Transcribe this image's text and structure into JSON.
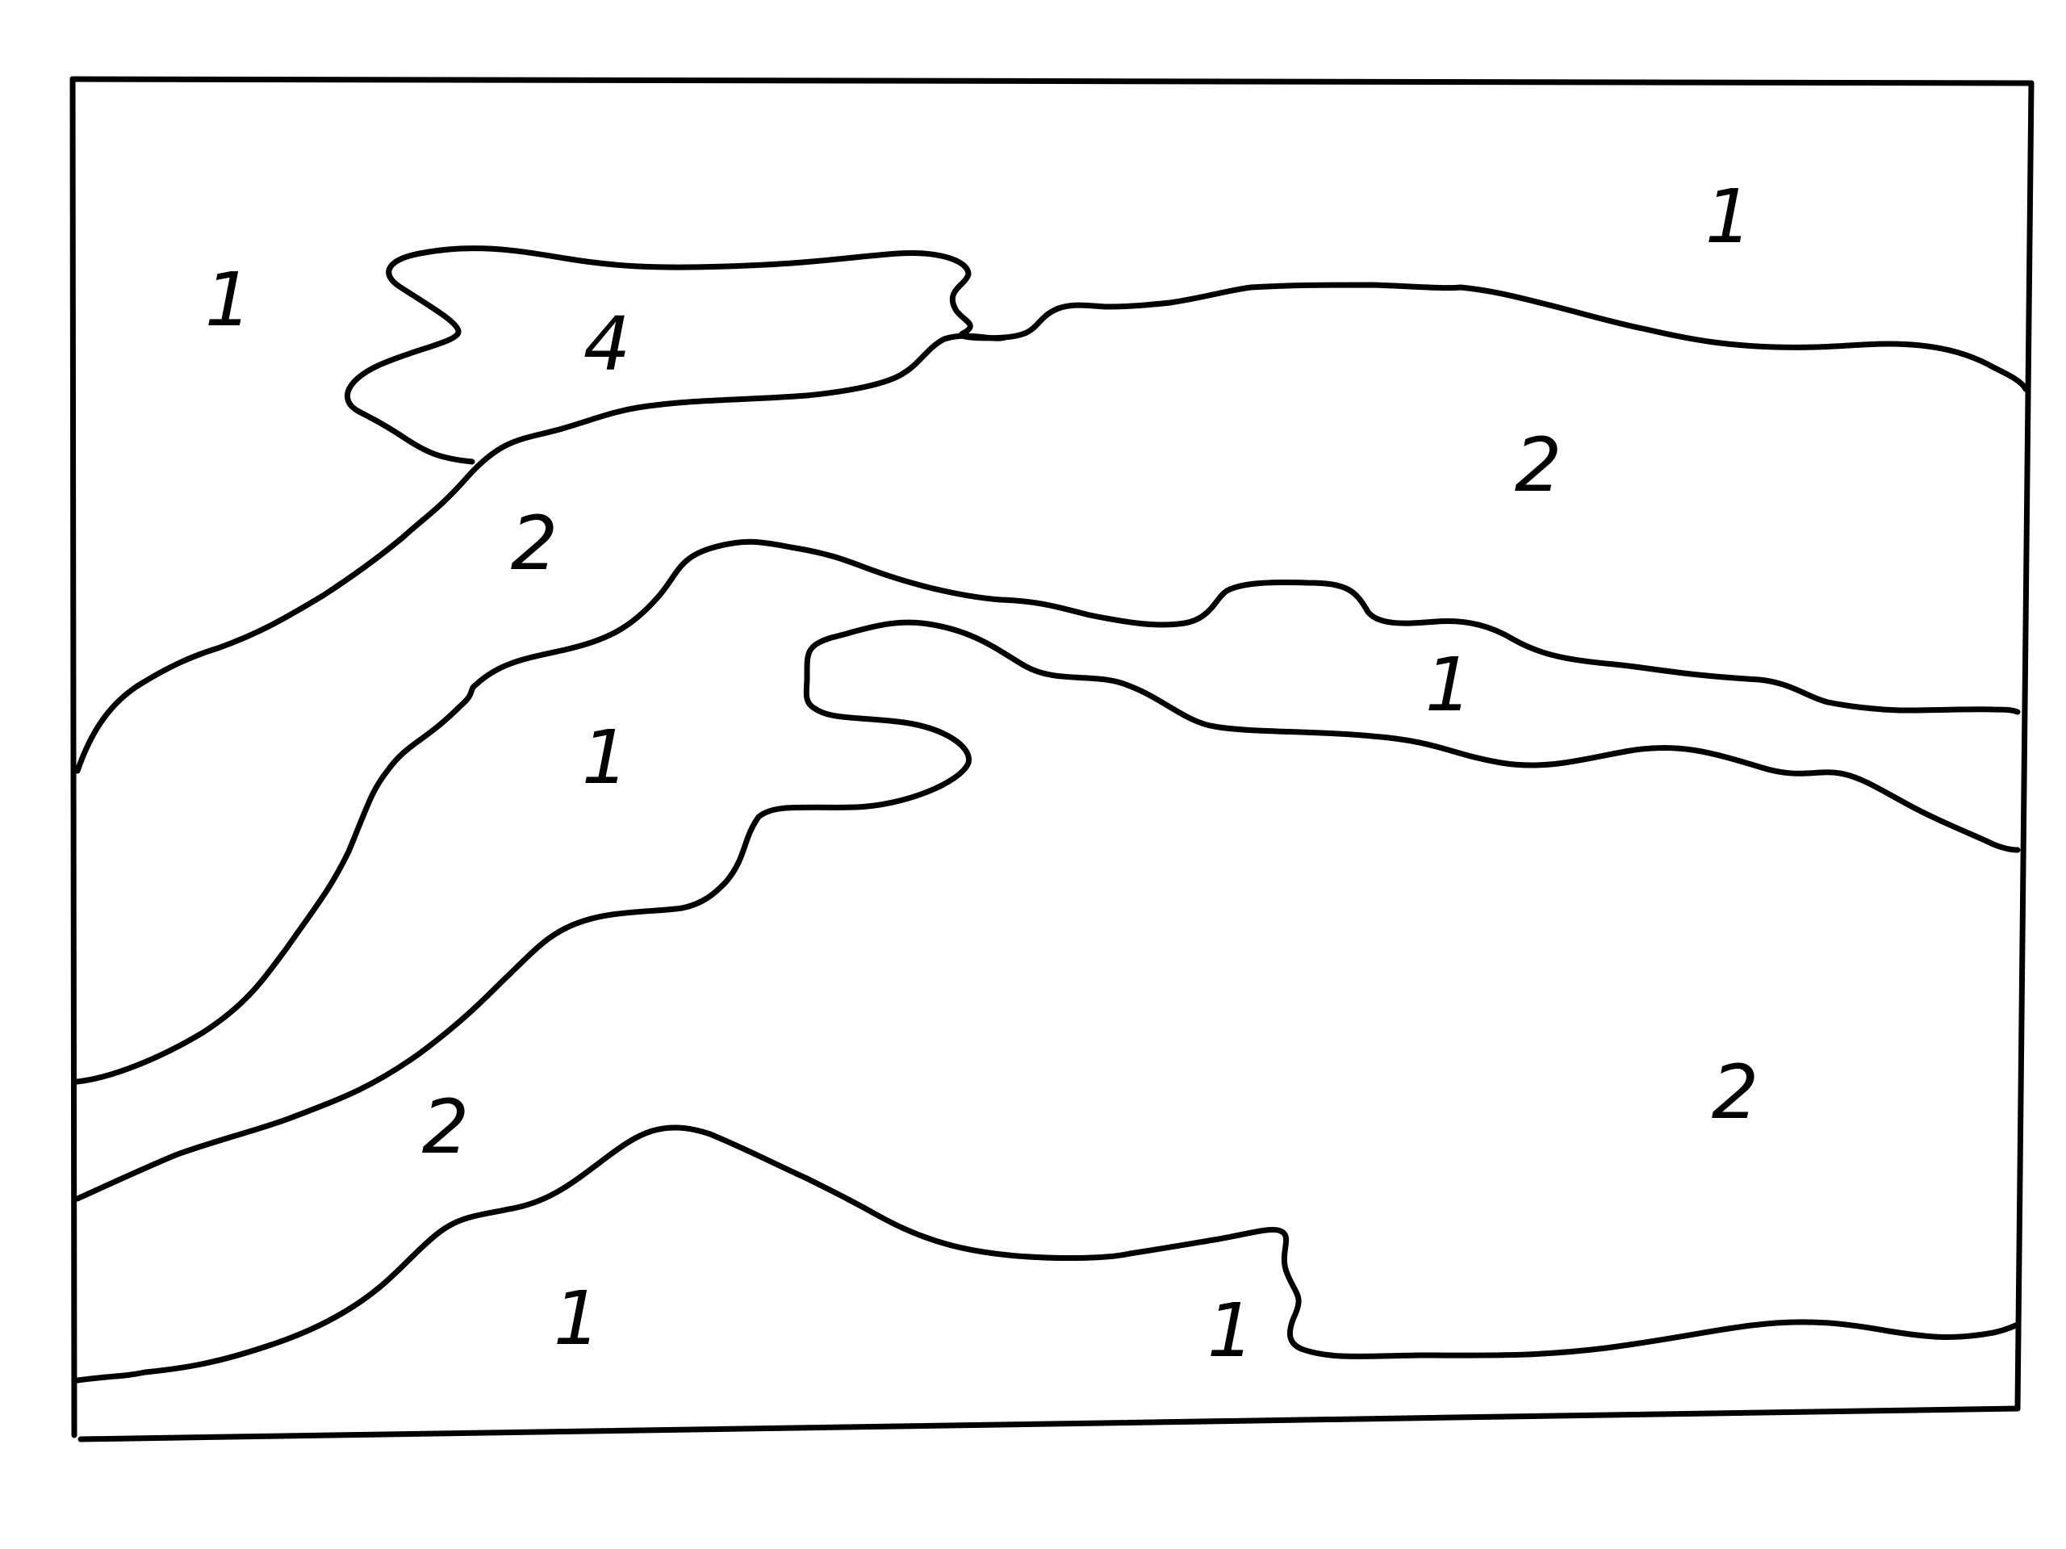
{
  "line_color": "#000000",
  "background_color": "#ffffff",
  "region_labels": {
    "top_left": "1",
    "top_right": "1",
    "inlet": "4",
    "upper_band_left": "2",
    "upper_band_right": "2",
    "middle_right": "1",
    "middle_left": "1",
    "lower_right": "2",
    "lower_band_left": "2",
    "bottom_left": "1",
    "bottom_center": "1"
  }
}
